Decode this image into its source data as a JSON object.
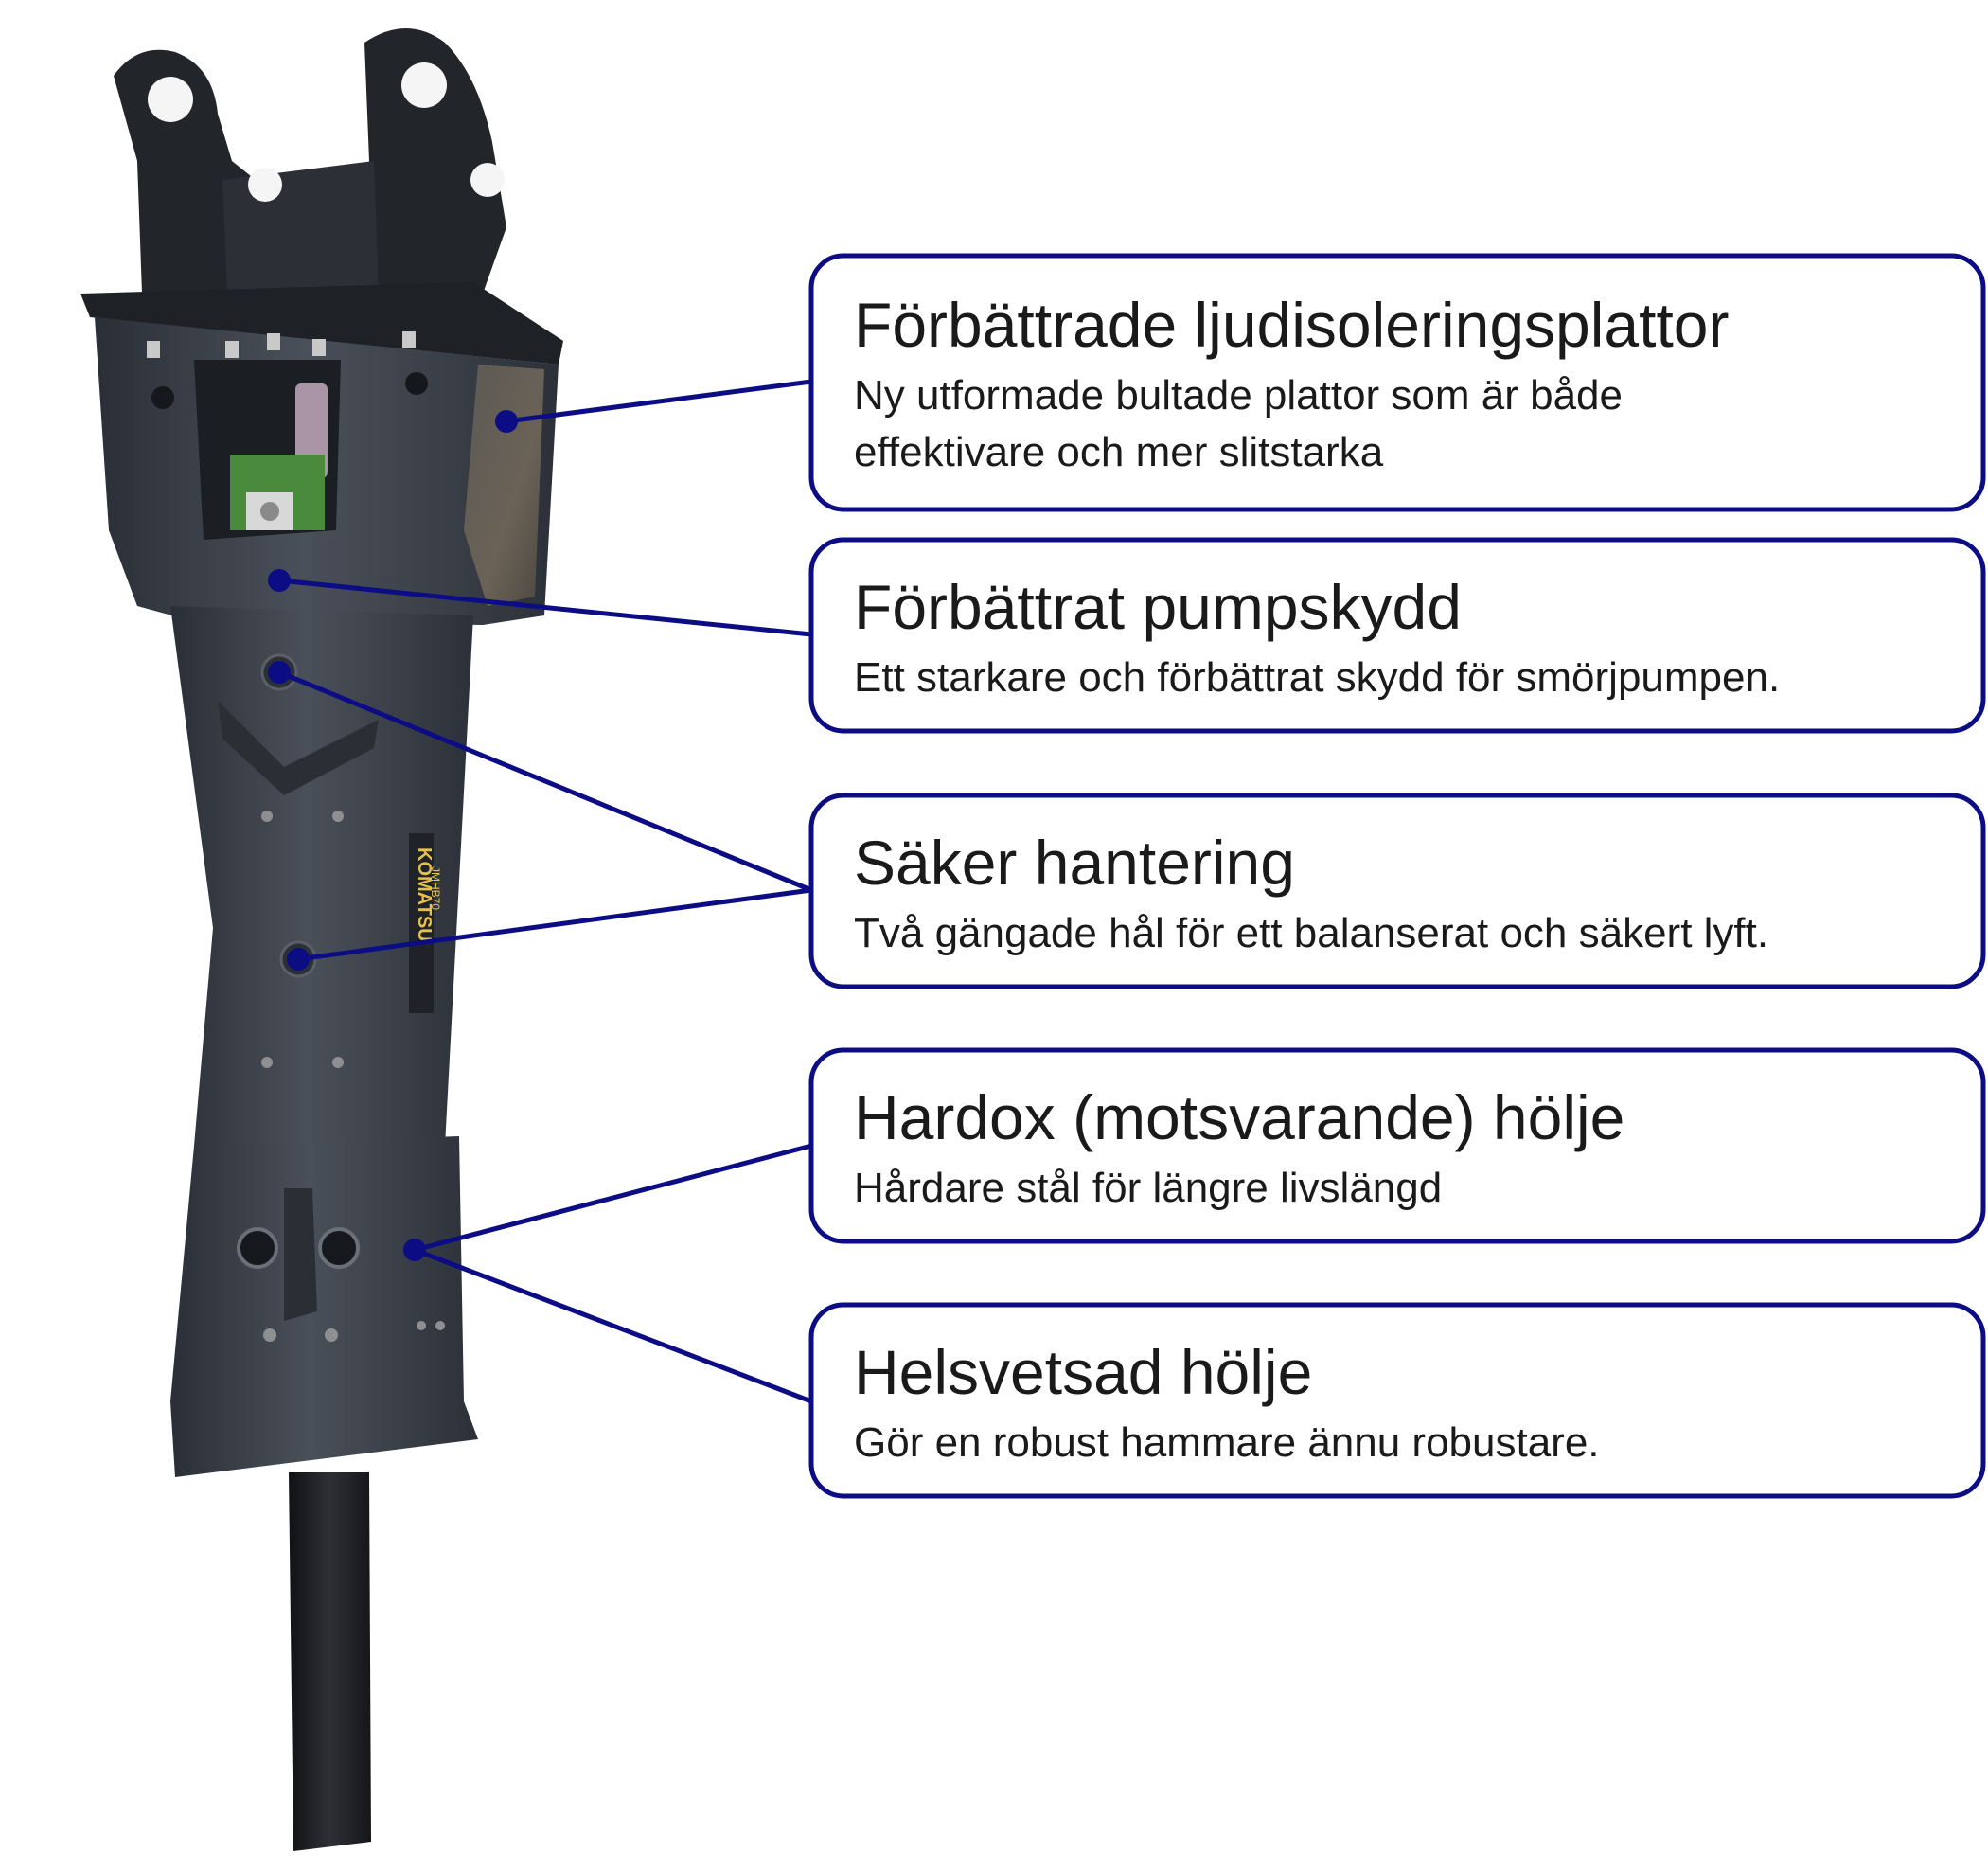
{
  "colors": {
    "accent": "#0c0d85",
    "box_fill": "#ffffff",
    "text": "#1a1a1a",
    "body_dark": "#2a2f37",
    "body_mid": "#3d434c",
    "body_light": "#5a616b",
    "tool": "#1c1e22"
  },
  "product": {
    "logo_text": "KOMATSU",
    "model_text": "JMHB70"
  },
  "callouts": [
    {
      "title": "Förbättrade ljudisoleringsplattor",
      "lines": [
        "Ny utformade bultade plattor som är både",
        "effektivare och mer slitstarka"
      ]
    },
    {
      "title": "Förbättrat pumpskydd",
      "lines": [
        "Ett starkare och förbättrat skydd för smörjpumpen."
      ]
    },
    {
      "title": "Säker hantering",
      "lines": [
        "Två gängade hål för ett balanserat och säkert lyft."
      ]
    },
    {
      "title": "Hardox (motsvarande) hölje",
      "lines": [
        "Hårdare stål för längre livslängd"
      ]
    },
    {
      "title": "Helsvetsad hölje",
      "lines": [
        "Gör en robust hammare ännu robustare."
      ]
    }
  ]
}
